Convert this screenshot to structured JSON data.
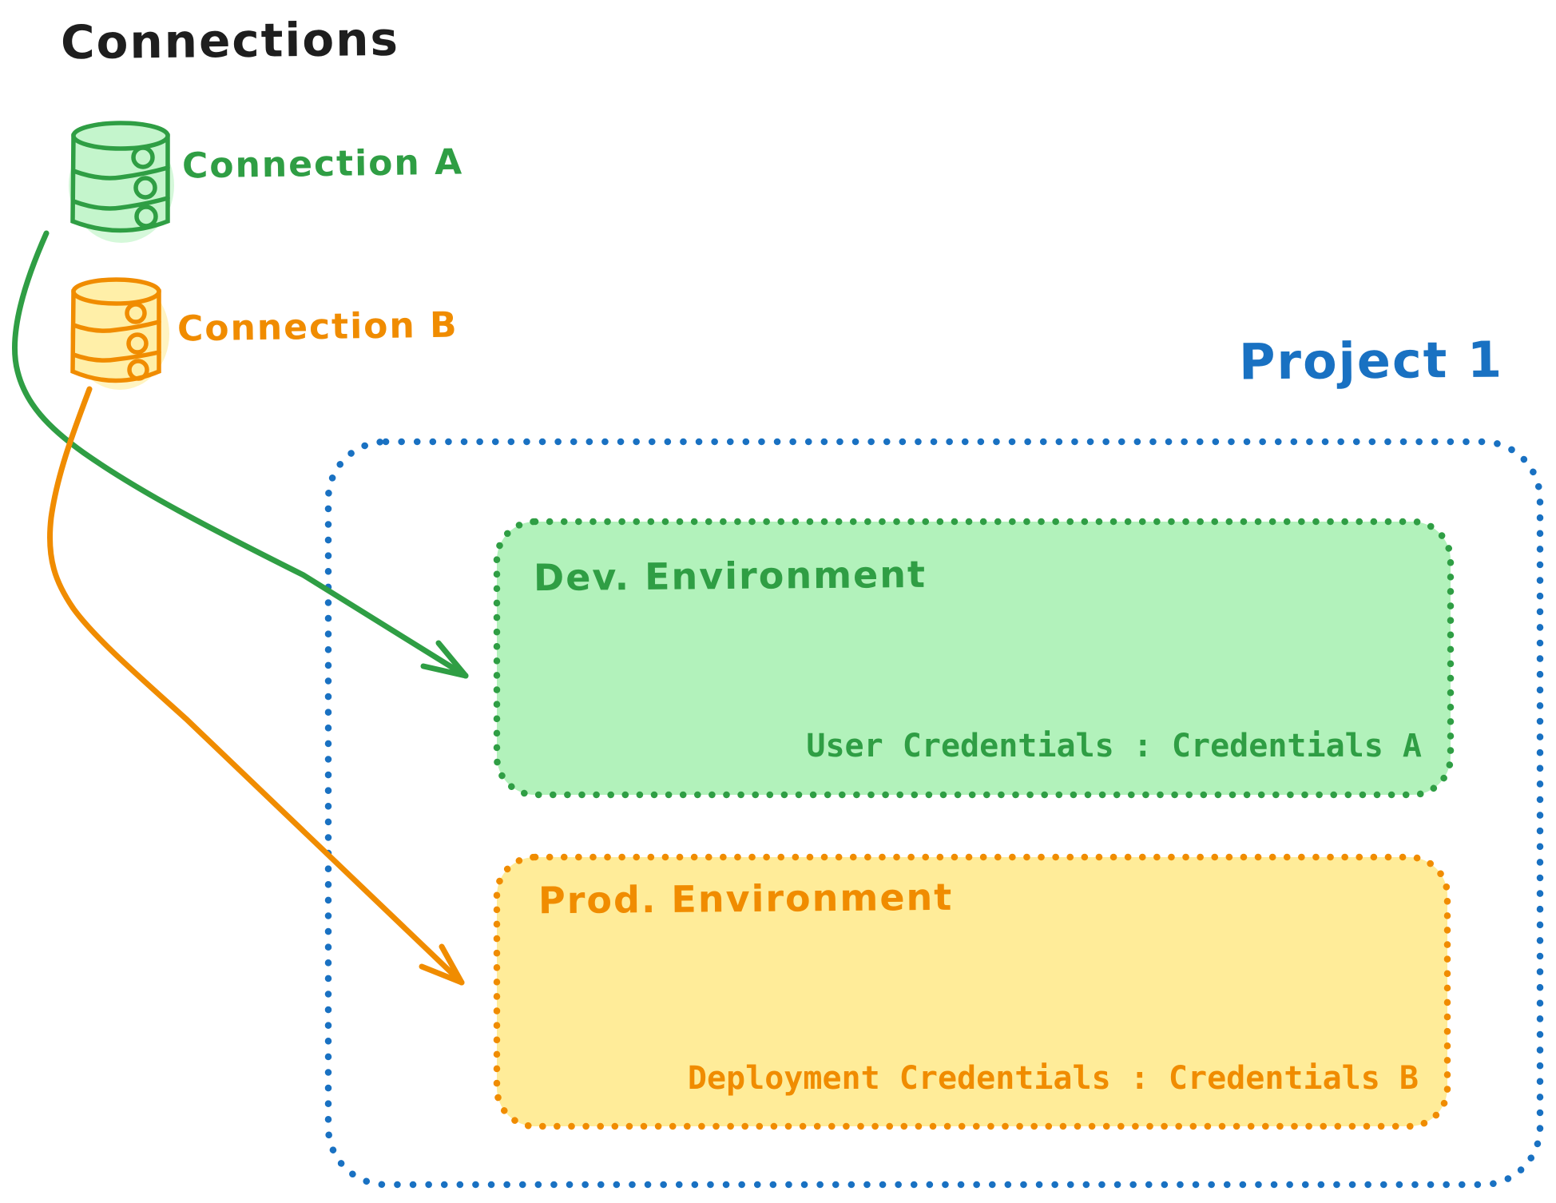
{
  "title": "Connections",
  "connections": [
    {
      "label": "Connection A",
      "color": "#2f9e44",
      "fill": "#b2f2bb",
      "icon": "database-icon"
    },
    {
      "label": "Connection B",
      "color": "#f08c00",
      "fill": "#ffec99",
      "icon": "database-icon"
    }
  ],
  "project": {
    "label": "Project 1",
    "color": "#1971c2",
    "environments": [
      {
        "name": "Dev. Environment",
        "credentials": "User Credentials : Credentials A",
        "color": "#2f9e44",
        "fill": "#b2f2bb",
        "linked_connection": "Connection A"
      },
      {
        "name": "Prod. Environment",
        "credentials": "Deployment Credentials : Credentials B",
        "color": "#f08c00",
        "fill": "#ffec99",
        "linked_connection": "Connection B"
      }
    ]
  },
  "colors": {
    "title_text": "#1e1e1e",
    "green": "#2f9e44",
    "green_fill": "#b2f2bb",
    "orange": "#f08c00",
    "orange_fill": "#ffec99",
    "blue": "#1971c2",
    "background": "#ffffff"
  }
}
